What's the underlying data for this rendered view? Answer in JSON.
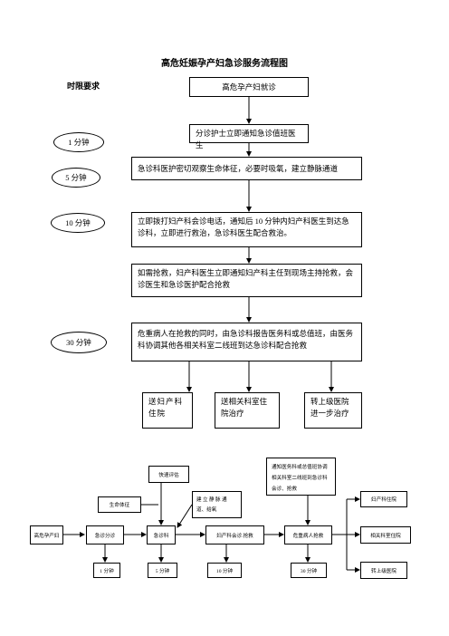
{
  "title": "高危妊娠孕产妇急诊服务流程图",
  "time_limit_label": "时限要求",
  "top_flow": {
    "start": "高危孕产妇就诊",
    "step1": "分诊护士立即通知急诊值班医生",
    "step2": "急诊科医护密切观察生命体征，必要时吸氧，建立静脉通道",
    "step3": "立即拨打妇产科会诊电话，通知后 10 分钟内妇产科医生到达急诊科，立即进行救治，急诊科医生配合救治。",
    "step4": "如需抢救，妇产科医生立即通知妇产科主任到现场主持抢救，会诊医生和急诊医护配合抢救",
    "step5": "危重病人在抢救的同时，由急诊科报告医务科或总值班，由医务科协调其他各相关科室二线班到达急诊科配合抢救",
    "outcomes": [
      "送妇产科住院",
      "送相关科室住院治疗",
      "转上级医院进一步治疗"
    ]
  },
  "time_marks": [
    "1 分钟",
    "5 分钟",
    "10 分钟",
    "30 分钟"
  ],
  "bottom_flow": {
    "main": [
      "高危孕产妇",
      "急诊分诊",
      "急诊科",
      "妇产科会诊.抢救",
      "危重病人抢救"
    ],
    "assess": "快速评估",
    "vitals": "生命体征",
    "iv": "建 立 静 脉 通 道、给氧",
    "notify": "通知医务科或总值班协调相关科室二线班到急诊科会诊、抢救",
    "outcomes": [
      "妇产科住院",
      "相关科室住院",
      "转上级医院"
    ],
    "times": [
      "1 分钟",
      "5 分钟",
      "10 分钟",
      "30 分钟"
    ]
  }
}
